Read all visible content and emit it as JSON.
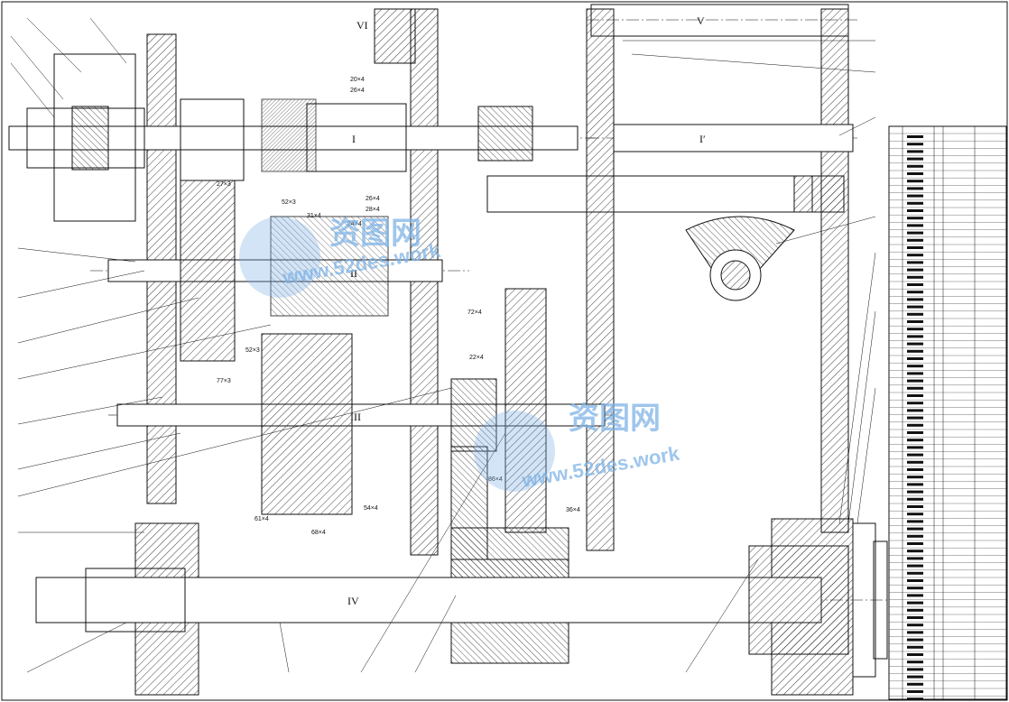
{
  "shaft_labels": {
    "I": "I",
    "I_prime": "I′",
    "II": "II",
    "III": "III",
    "IV": "IV",
    "V": "V",
    "VI": "VI"
  },
  "gear_labels": {
    "g27x3": "27×3",
    "g52x3_top": "52×3",
    "g31x4": "31×4",
    "g24x4": "24×4",
    "g20x4": "20×4",
    "g26x4_top": "26×4",
    "g26x4_mid": "26×4",
    "g28x4": "28×4",
    "g72x4": "72×4",
    "g52x3_mid": "52×3",
    "g77x3": "77×3",
    "g22x4": "22×4",
    "g86x4": "86×4",
    "g54x4": "54×4",
    "g61x4": "61×4",
    "g68x4": "68×4",
    "g36x4": "36×4"
  },
  "watermark": {
    "brand": "资图网",
    "url": "www.52des.work"
  },
  "colors": {
    "line": "#111111",
    "watermark": "#6aa8e8"
  }
}
